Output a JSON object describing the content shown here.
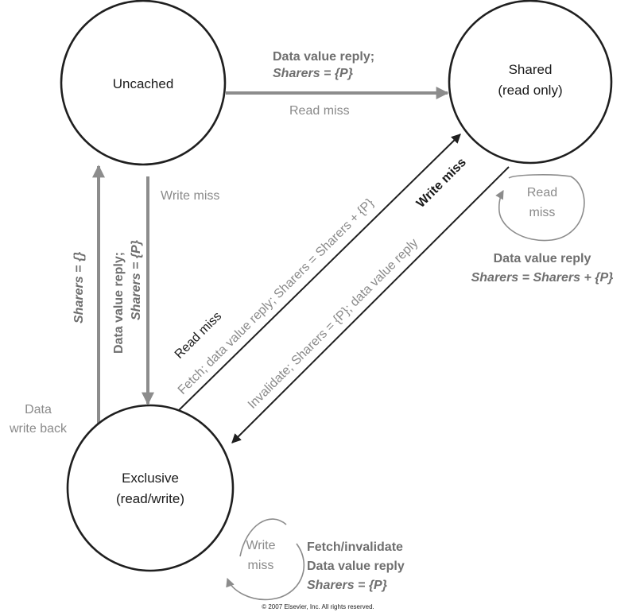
{
  "states": {
    "uncached": {
      "label": "Uncached"
    },
    "shared": {
      "line1": "Shared",
      "line2": "(read only)"
    },
    "exclusive": {
      "line1": "Exclusive",
      "line2": "(read/write)"
    }
  },
  "edges": {
    "uncached_to_shared": {
      "action": "Data value reply;",
      "sharers": "Sharers = {P}",
      "trigger": "Read miss"
    },
    "uncached_to_exclusive": {
      "trigger": "Write miss",
      "action": "Data value reply;",
      "sharers": "Sharers = {P}"
    },
    "exclusive_to_uncached": {
      "trigger_line1": "Data",
      "trigger_line2": "write back",
      "sharers": "Sharers = {}"
    },
    "exclusive_to_shared": {
      "trigger": "Read miss",
      "action": "Fetch; data value reply; Sharers = Sharers + {P}"
    },
    "shared_to_exclusive": {
      "trigger": "Write miss",
      "action": "Invalidate; Sharers = {P}; data value reply"
    },
    "shared_self": {
      "line1": "Read",
      "line2": "miss",
      "action": "Data value reply",
      "sharers": "Sharers = Sharers + {P}"
    },
    "exclusive_self": {
      "line1": "Write",
      "line2": "miss",
      "action1": "Fetch/invalidate",
      "action2": "Data value reply",
      "sharers": "Sharers = {P}"
    }
  },
  "copyright": "© 2007 Elsevier, Inc. All rights reserved."
}
